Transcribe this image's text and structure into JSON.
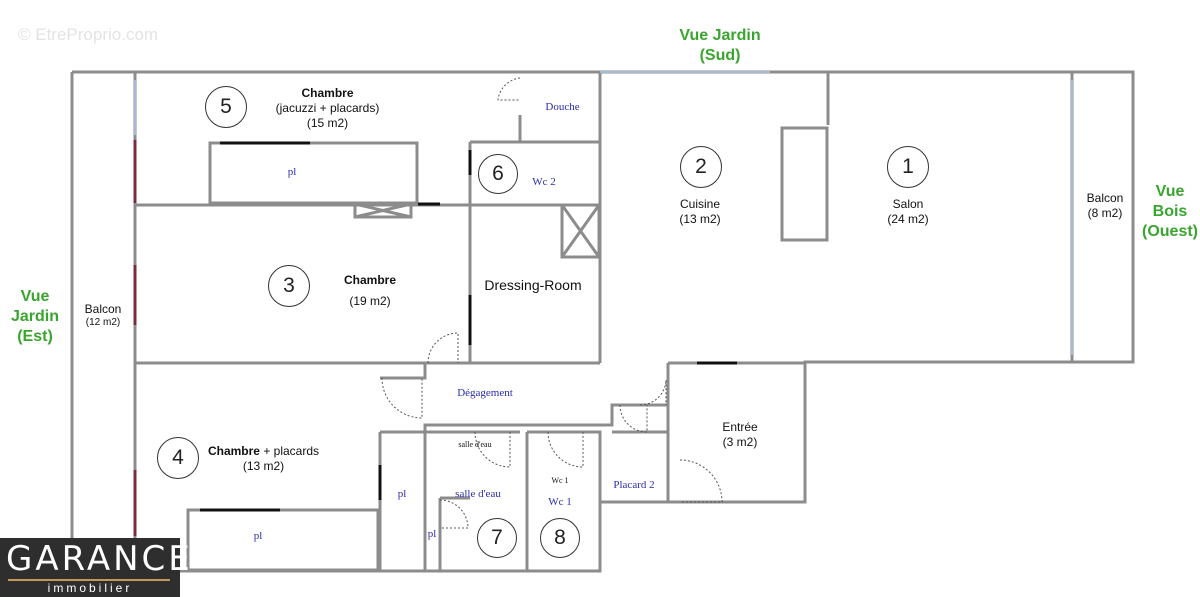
{
  "watermark": "© EtreProprio.com",
  "orientation": {
    "sud": [
      "Vue Jardin",
      "(Sud)"
    ],
    "ouest": [
      "Vue",
      "Bois",
      "(Ouest)"
    ],
    "est": [
      "Vue",
      "Jardin",
      "(Est)"
    ]
  },
  "rooms": {
    "salon": {
      "num": "1",
      "name": "Salon",
      "area": "(24 m2)"
    },
    "cuisine": {
      "num": "2",
      "name": "Cuisine",
      "area": "(13 m2)"
    },
    "chambre3": {
      "num": "3",
      "name": "Chambre",
      "area": "(19 m2)"
    },
    "chambre4": {
      "num": "4",
      "name_bold": "Chambre",
      "name_rest": " + placards",
      "area": "(13 m2)"
    },
    "chambre5": {
      "num": "5",
      "name": "Chambre",
      "detail": "(jacuzzi + placards)",
      "area": "(15 m2)"
    },
    "wc2": {
      "num": "6",
      "name": "Wc 2"
    },
    "salle_eau": {
      "num": "7",
      "small": "salle d'eau",
      "name": "salle d'eau"
    },
    "wc1": {
      "num": "8",
      "small": "Wc 1",
      "name": "Wc 1"
    },
    "douche": {
      "name": "Douche"
    },
    "dressing": {
      "name": "Dressing-Room"
    },
    "degagement": {
      "name": "Dégagement"
    },
    "entree": {
      "name": "Entrée",
      "area": "(3 m2)"
    },
    "placard2": {
      "name": "Placard 2"
    },
    "balcon_ouest": {
      "name": "Balcon",
      "area": "(8 m2)"
    },
    "balcon_est": {
      "name": "Balcon",
      "area": "(12 m2)"
    },
    "pl": "pl"
  },
  "logo": {
    "name": "GARANCE",
    "subtitle": "immobilier",
    "accent": "#c6975a"
  },
  "colors": {
    "wall": "#8c8c8c",
    "green": "#3aa52e",
    "blue": "#2b2bb0",
    "accent_wall": "#7a2b3c"
  }
}
